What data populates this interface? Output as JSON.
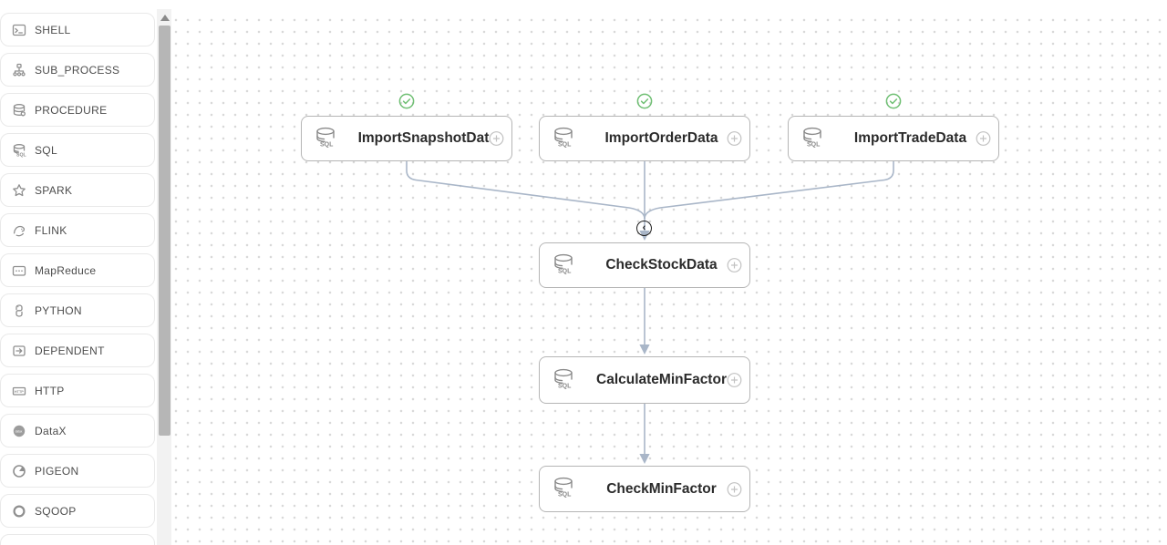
{
  "sidebar": {
    "items": [
      {
        "label": "SHELL",
        "icon": "terminal-icon"
      },
      {
        "label": "SUB_PROCESS",
        "icon": "sitemap-icon"
      },
      {
        "label": "PROCEDURE",
        "icon": "database-gear-icon"
      },
      {
        "label": "SQL",
        "icon": "database-sql-icon"
      },
      {
        "label": "SPARK",
        "icon": "star-icon"
      },
      {
        "label": "FLINK",
        "icon": "squirrel-icon"
      },
      {
        "label": "MapReduce",
        "icon": "window-dots-icon"
      },
      {
        "label": "PYTHON",
        "icon": "python-icon"
      },
      {
        "label": "DEPENDENT",
        "icon": "dependent-box-arrow-icon"
      },
      {
        "label": "HTTP",
        "icon": "http-window-icon"
      },
      {
        "label": "DataX",
        "icon": "datax-circle-icon"
      },
      {
        "label": "PIGEON",
        "icon": "pigeon-circle-icon"
      },
      {
        "label": "SQOOP",
        "icon": "ring-icon"
      },
      {
        "label": "",
        "icon": "circle-icon-partial"
      }
    ]
  },
  "canvas": {
    "nodes": [
      {
        "label": "ImportSnapshotDat",
        "type": "SQL",
        "status": "success"
      },
      {
        "label": "ImportOrderData",
        "type": "SQL",
        "status": "success"
      },
      {
        "label": "ImportTradeData",
        "type": "SQL",
        "status": "success"
      },
      {
        "label": "CheckStockData",
        "type": "SQL",
        "badge": "circled-chevron"
      },
      {
        "label": "CalculateMinFactor",
        "type": "SQL"
      },
      {
        "label": "CheckMinFactor",
        "type": "SQL"
      }
    ],
    "edges": [
      [
        "ImportSnapshotDat",
        "CheckStockData"
      ],
      [
        "ImportOrderData",
        "CheckStockData"
      ],
      [
        "ImportTradeData",
        "CheckStockData"
      ],
      [
        "CheckStockData",
        "CalculateMinFactor"
      ],
      [
        "CalculateMinFactor",
        "CheckMinFactor"
      ]
    ],
    "badge_glyph": "‹",
    "task_icon_text": "SQL"
  },
  "colors": {
    "edge": "#a9b6c8",
    "node_border": "#b5b5b5",
    "success_green": "#6fbf73",
    "badge_dark": "#1f1f1f",
    "icon_gray": "#8f8f8f",
    "dot_grid": "#d9d9d9",
    "scroll_thumb": "#b6b6b6"
  }
}
